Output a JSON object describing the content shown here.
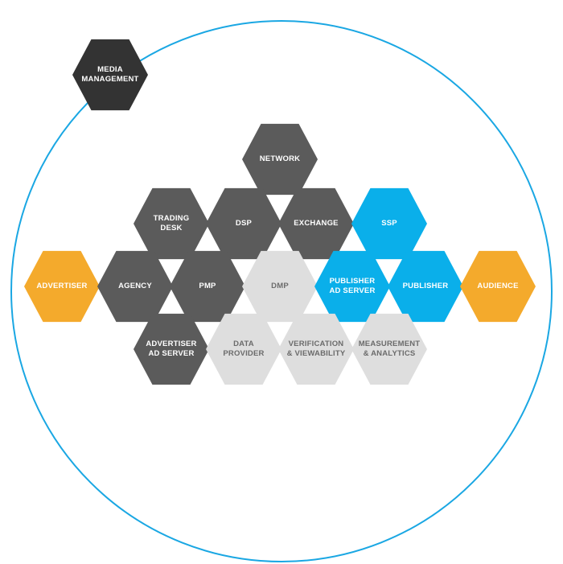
{
  "colors": {
    "dark": "#5b5b5b",
    "black": "#333333",
    "light": "#dedede",
    "blue": "#0aafea",
    "orange": "#f4aa2c",
    "ring": "#1aa7e3",
    "text_on_dark": "#ffffff",
    "text_on_light": "#6b6b6b"
  },
  "nodes": [
    {
      "id": "media-management",
      "label": "MEDIA\nMANAGEMENT",
      "style": "black"
    },
    {
      "id": "network",
      "label": "NETWORK",
      "style": "dark"
    },
    {
      "id": "trading-desk",
      "label": "TRADING\nDESK",
      "style": "dark"
    },
    {
      "id": "dsp",
      "label": "DSP",
      "style": "dark"
    },
    {
      "id": "exchange",
      "label": "EXCHANGE",
      "style": "dark"
    },
    {
      "id": "ssp",
      "label": "SSP",
      "style": "blue"
    },
    {
      "id": "advertiser",
      "label": "ADVERTISER",
      "style": "orange"
    },
    {
      "id": "agency",
      "label": "AGENCY",
      "style": "dark"
    },
    {
      "id": "pmp",
      "label": "PMP",
      "style": "dark"
    },
    {
      "id": "dmp",
      "label": "DMP",
      "style": "light"
    },
    {
      "id": "publisher-ad-server",
      "label": "PUBLISHER\nAD SERVER",
      "style": "blue"
    },
    {
      "id": "publisher",
      "label": "PUBLISHER",
      "style": "blue"
    },
    {
      "id": "audience",
      "label": "AUDIENCE",
      "style": "orange"
    },
    {
      "id": "advertiser-ad-server",
      "label": "ADVERTISER\nAD SERVER",
      "style": "dark"
    },
    {
      "id": "data-provider",
      "label": "DATA\nPROVIDER",
      "style": "light"
    },
    {
      "id": "verification-viewability",
      "label": "VERIFICATION\n& VIEWABILITY",
      "style": "light"
    },
    {
      "id": "measurement-analytics",
      "label": "MEASUREMENT\n& ANALYTICS",
      "style": "light"
    }
  ]
}
